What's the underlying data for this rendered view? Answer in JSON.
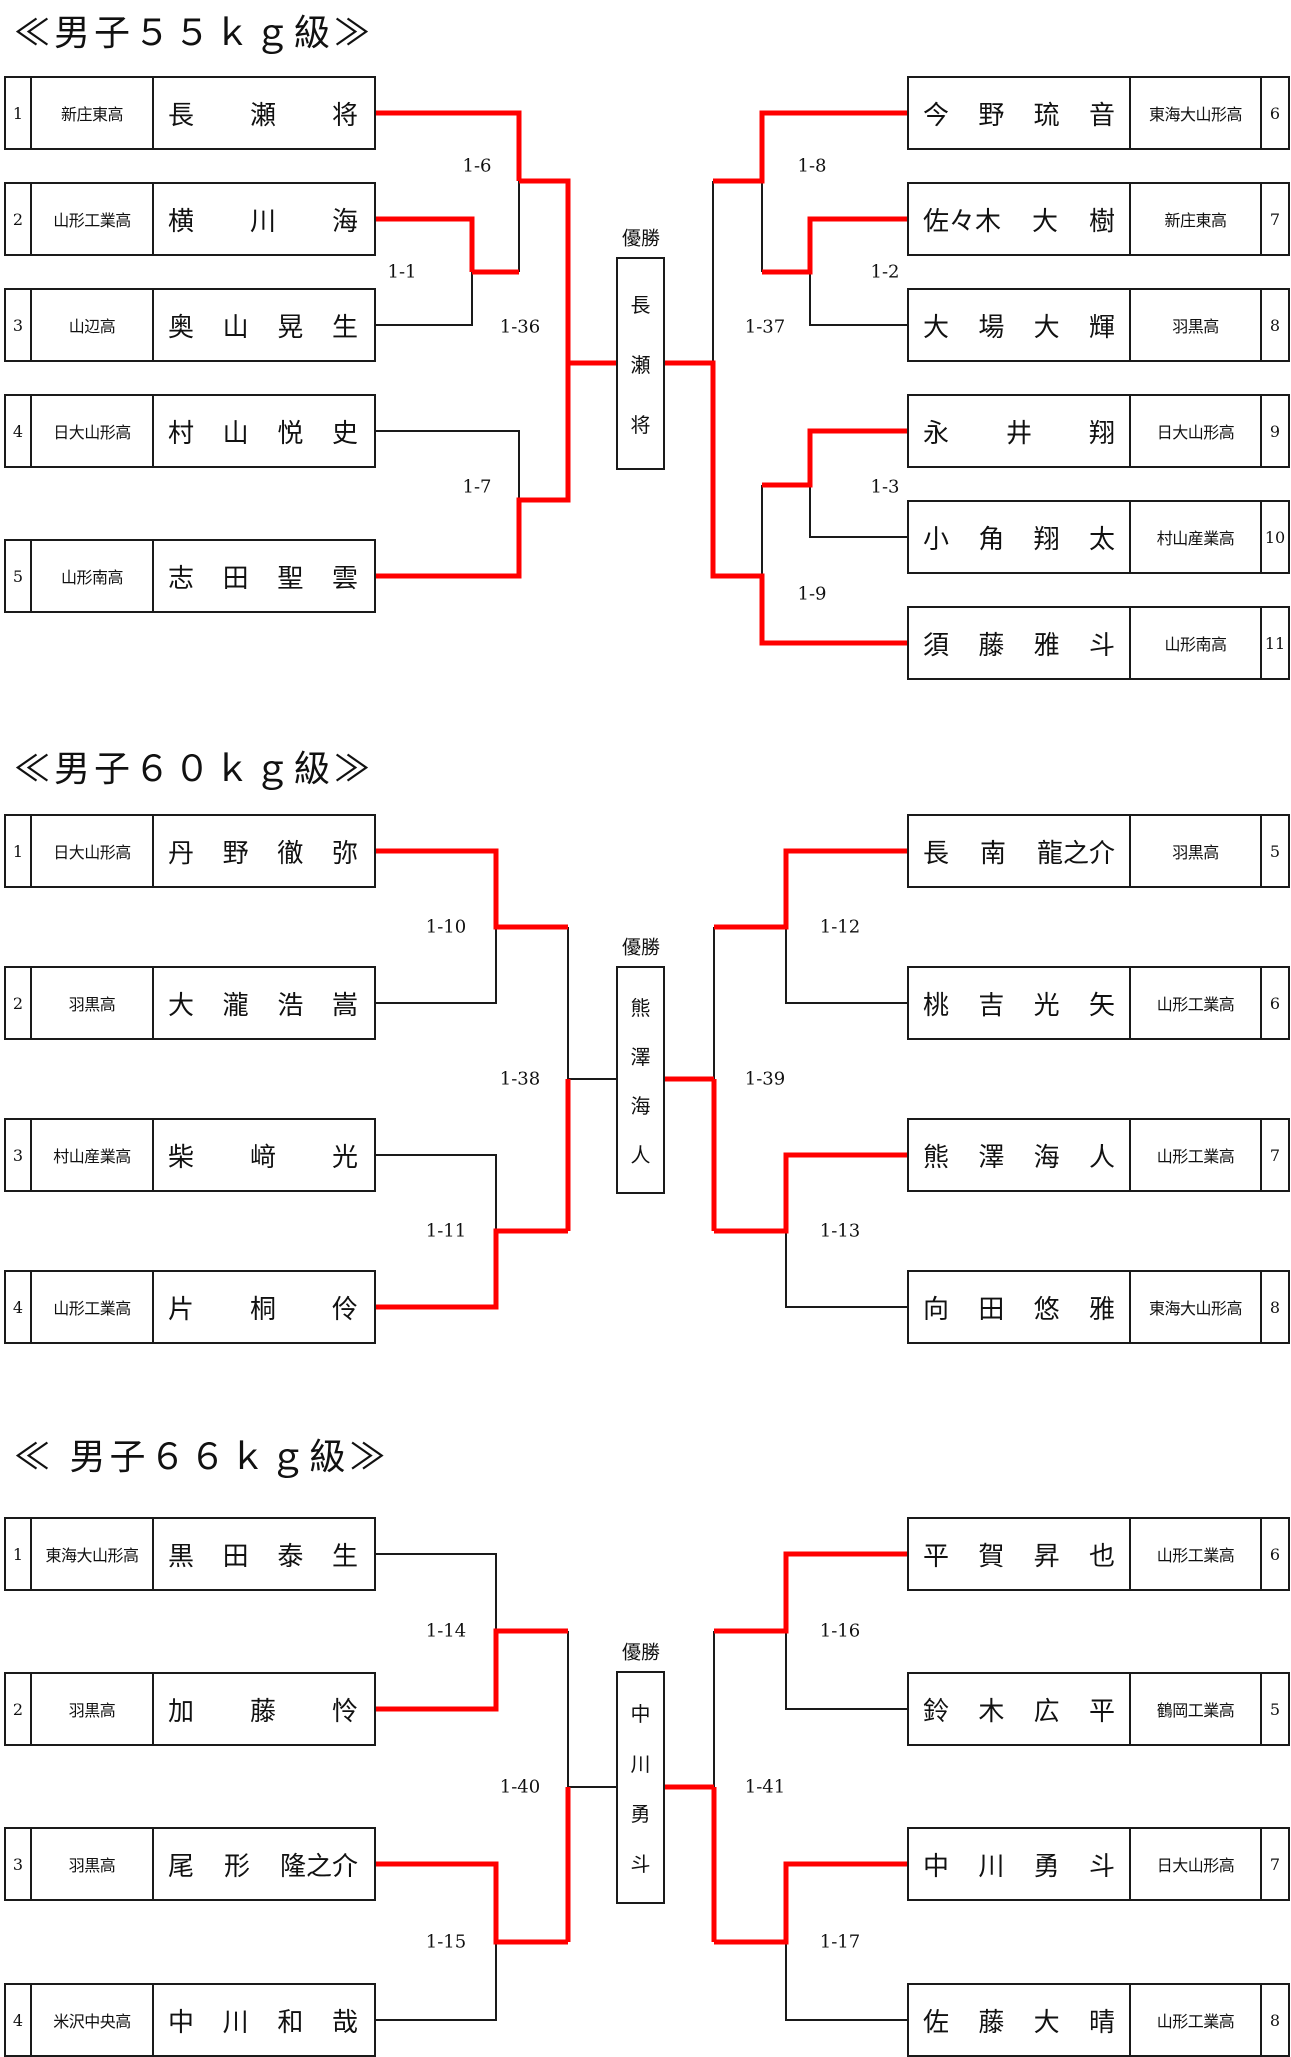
{
  "colors": {
    "winner_line": "#ff0000",
    "line": "#1a1a1a"
  },
  "champion_label": "優勝",
  "brackets": [
    {
      "id": "m55",
      "title": "≪男子５５ｋｇ級≫",
      "champion": "長瀬将",
      "left": [
        {
          "no": "1",
          "school": "新庄東高",
          "name": "長　瀬　　　将"
        },
        {
          "no": "2",
          "school": "山形工業高",
          "name": "横　川　　　海"
        },
        {
          "no": "3",
          "school": "山辺高",
          "name": "奥　山　晃　生"
        },
        {
          "no": "4",
          "school": "日大山形高",
          "name": "村　山　悦　史"
        },
        {
          "no": "5",
          "school": "山形南高",
          "name": "志　田　　聖　雲"
        }
      ],
      "right": [
        {
          "no": "6",
          "school": "東海大山形高",
          "name": "今　野　琉　音"
        },
        {
          "no": "7",
          "school": "新庄東高",
          "name": "佐々木　大　樹"
        },
        {
          "no": "8",
          "school": "羽黒高",
          "name": "大　場　　大　輝"
        },
        {
          "no": "9",
          "school": "日大山形高",
          "name": "永　井　　　翔"
        },
        {
          "no": "10",
          "school": "村山産業高",
          "name": "小　角　翔　太"
        },
        {
          "no": "11",
          "school": "山形南高",
          "name": "須　藤　　雅　斗"
        }
      ],
      "matches": {
        "left": [
          "1-1",
          "1-6",
          "1-7",
          "1-36"
        ],
        "right": [
          "1-2",
          "1-8",
          "1-3",
          "1-9",
          "1-37"
        ]
      }
    },
    {
      "id": "m60",
      "title": "≪男子６０ｋｇ級≫",
      "champion": "熊澤海人",
      "left": [
        {
          "no": "1",
          "school": "日大山形高",
          "name": "丹　野　徹　弥"
        },
        {
          "no": "2",
          "school": "羽黒高",
          "name": "大　瀧　浩　嵩"
        },
        {
          "no": "3",
          "school": "村山産業高",
          "name": "柴　﨑　　　光"
        },
        {
          "no": "4",
          "school": "山形工業高",
          "name": "片　桐　　　伶"
        }
      ],
      "right": [
        {
          "no": "5",
          "school": "羽黒高",
          "name": "長　南　龍之介"
        },
        {
          "no": "6",
          "school": "山形工業高",
          "name": "桃　吉　光　矢"
        },
        {
          "no": "7",
          "school": "山形工業高",
          "name": "熊　澤　海　人"
        },
        {
          "no": "8",
          "school": "東海大山形高",
          "name": "向　田　悠　雅"
        }
      ],
      "matches": {
        "left": [
          "1-10",
          "1-11",
          "1-38"
        ],
        "right": [
          "1-12",
          "1-13",
          "1-39"
        ]
      }
    },
    {
      "id": "m66",
      "title": "≪ 男子６６ｋｇ級≫",
      "champion": "中川勇斗",
      "left": [
        {
          "no": "1",
          "school": "東海大山形高",
          "name": "黒　田　泰　生"
        },
        {
          "no": "2",
          "school": "羽黒高",
          "name": "加　藤　　　怜"
        },
        {
          "no": "3",
          "school": "羽黒高",
          "name": "尾　形　隆之介"
        },
        {
          "no": "4",
          "school": "米沢中央高",
          "name": "中　川　和　哉"
        }
      ],
      "right": [
        {
          "no": "6",
          "school": "山形工業高",
          "name": "平　賀　　昇　也"
        },
        {
          "no": "5",
          "school": "鶴岡工業高",
          "name": "鈴　木　広　平"
        },
        {
          "no": "7",
          "school": "日大山形高",
          "name": "中　川　勇　斗"
        },
        {
          "no": "8",
          "school": "山形工業高",
          "name": "佐　藤　大　晴"
        }
      ],
      "matches": {
        "left": [
          "1-14",
          "1-15",
          "1-40"
        ],
        "right": [
          "1-16",
          "1-17",
          "1-41"
        ]
      }
    }
  ]
}
